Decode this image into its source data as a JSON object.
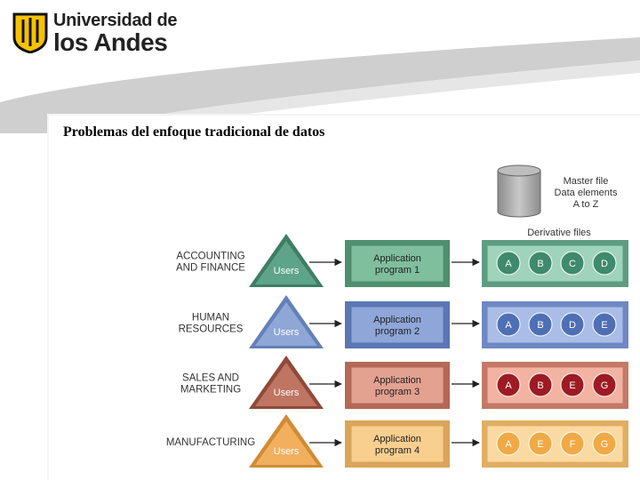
{
  "logo": {
    "line1": "Universidad de",
    "line2": "los Andes"
  },
  "slide_title": "Problemas del enfoque tradicional de datos",
  "master": {
    "lines": [
      "Master file",
      "Data elements",
      "A to Z"
    ]
  },
  "derivative_label": "Derivative files",
  "rows": [
    {
      "dept_lines": [
        "ACCOUNTING",
        "AND FINANCE"
      ],
      "users": "Users",
      "program_lines": [
        "Application",
        "program 1"
      ],
      "files": [
        "A",
        "B",
        "C",
        "D"
      ],
      "colors": {
        "tri": "#5ea48a",
        "tri_dark": "#3f7d66",
        "prog": "#7fbf9e",
        "prog_dark": "#4f8f6f",
        "file_bg": "#9fd3bb",
        "file_dark": "#5e9c82",
        "circle": "#3f8a6c"
      }
    },
    {
      "dept_lines": [
        "HUMAN",
        "RESOURCES"
      ],
      "users": "Users",
      "program_lines": [
        "Application",
        "program 2"
      ],
      "files": [
        "A",
        "B",
        "D",
        "E"
      ],
      "colors": {
        "tri": "#8fa7d6",
        "tri_dark": "#6480b8",
        "prog": "#8ea6d8",
        "prog_dark": "#5b76b3",
        "file_bg": "#a9bde6",
        "file_dark": "#6f88c2",
        "circle": "#4f6fb5"
      }
    },
    {
      "dept_lines": [
        "SALES AND",
        "MARKETING"
      ],
      "users": "Users",
      "program_lines": [
        "Application",
        "program 3"
      ],
      "files": [
        "A",
        "B",
        "E",
        "G"
      ],
      "colors": {
        "tri": "#c07563",
        "tri_dark": "#8f4a3a",
        "prog": "#e3a190",
        "prog_dark": "#b26a57",
        "file_bg": "#f2b3a3",
        "file_dark": "#c47a67",
        "circle": "#9e1a24"
      }
    },
    {
      "dept_lines": [
        "MANUFACTURING"
      ],
      "users": "Users",
      "program_lines": [
        "Application",
        "program 4"
      ],
      "files": [
        "A",
        "E",
        "F",
        "G"
      ],
      "colors": {
        "tri": "#f2b05e",
        "tri_dark": "#d18b35",
        "prog": "#f8cf8e",
        "prog_dark": "#d9a55a",
        "file_bg": "#fbd9a2",
        "file_dark": "#e0ad62",
        "circle": "#f0a945"
      }
    }
  ]
}
